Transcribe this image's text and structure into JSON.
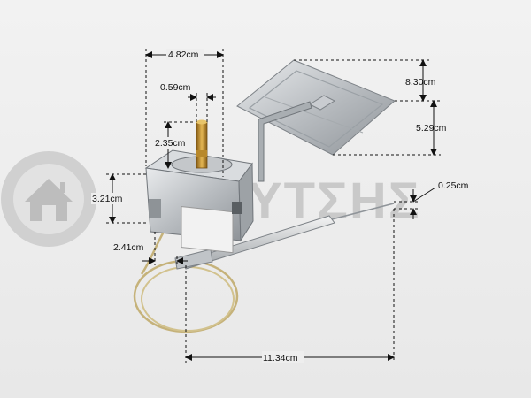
{
  "watermark": {
    "text": "ΥΤΣΗΣ",
    "color": "#c9c9c9"
  },
  "dimensions": {
    "width_top": "4.82cm",
    "shaft_diameter": "0.59cm",
    "shaft_height": "2.35cm",
    "body_height": "3.21cm",
    "capillary_offset": "2.41cm",
    "plate_width": "8.30cm",
    "plate_height": "5.29cm",
    "bulb_diameter": "0.25cm",
    "total_length": "11.34cm"
  },
  "colors": {
    "dimension_line": "#111111",
    "metal": "#b8bcc0",
    "brass": "#c9962e"
  }
}
